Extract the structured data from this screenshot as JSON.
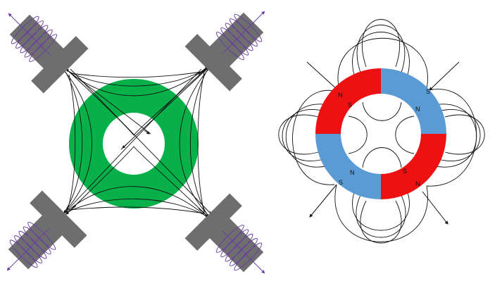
{
  "colors": {
    "ring_left": "#08b04a",
    "ring_right_red": "#ee1111",
    "ring_right_blue": "#5b9bd5",
    "yoke": "#6e6e6e",
    "coil": "#6a3fa0",
    "field_line": "#111111",
    "background": "#ffffff"
  },
  "left_diagram": {
    "yokes": [
      "top-left",
      "top-right",
      "bottom-left",
      "bottom-right"
    ],
    "ring": "green"
  },
  "right_diagram": {
    "segments": [
      "red",
      "blue",
      "red",
      "blue"
    ],
    "pole_labels": [
      {
        "id": "tl-outer",
        "text": "N"
      },
      {
        "id": "tl-inner",
        "text": "S"
      },
      {
        "id": "tr-outer",
        "text": "S"
      },
      {
        "id": "tr-inner",
        "text": "N"
      },
      {
        "id": "bl-outer",
        "text": "S"
      },
      {
        "id": "bl-inner",
        "text": "N"
      },
      {
        "id": "br-outer",
        "text": "N"
      },
      {
        "id": "br-inner",
        "text": "S"
      }
    ]
  }
}
